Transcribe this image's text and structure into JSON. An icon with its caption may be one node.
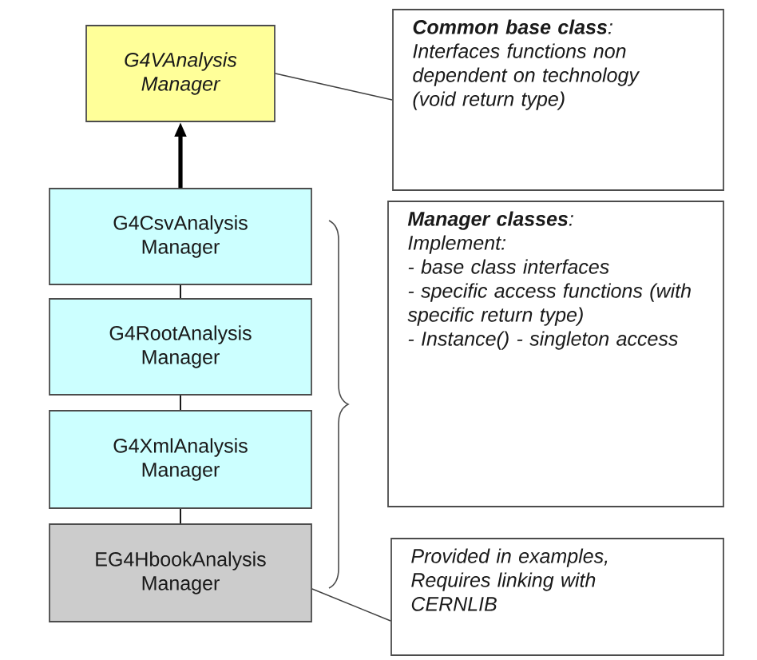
{
  "diagram": {
    "nodes": [
      {
        "text": [
          "G4VAnalysis Manager"
        ]
      },
      {
        "text": [
          "G4CsvAnalysis Manager"
        ]
      },
      {
        "text": [
          "G4RootAnalysis Manager"
        ]
      },
      {
        "text": [
          "G4XmlAnalysis Manager"
        ]
      },
      {
        "text": [
          "EG4HbookAnalysis Manager"
        ]
      },
      {
        "text": [
          "**Common base class**:",
          "Interfaces functions non dependent on technology (void return type)"
        ]
      },
      {
        "text": [
          "**Manager classes**:",
          "Implement:",
          "- base class interfaces",
          "- specific access functions  (with specific return type)",
          "- Instance() - singleton access"
        ]
      },
      {
        "text": [
          "Provided in examples, Requires linking with CERNLIB"
        ]
      }
    ],
    "edges": [
      {
        "from": 1,
        "to": 0,
        "arrow": "to",
        "style": "thick"
      },
      {
        "from": 2,
        "to": 1,
        "arrow": "none"
      },
      {
        "from": 3,
        "to": 2,
        "arrow": "none"
      },
      {
        "from": 4,
        "to": 3,
        "arrow": "none"
      },
      {
        "from": 0,
        "to": 5,
        "arrow": "none",
        "color": "#404040"
      },
      {
        "from": 4,
        "to": 7,
        "arrow": "none",
        "color": "#404040"
      }
    ]
  }
}
